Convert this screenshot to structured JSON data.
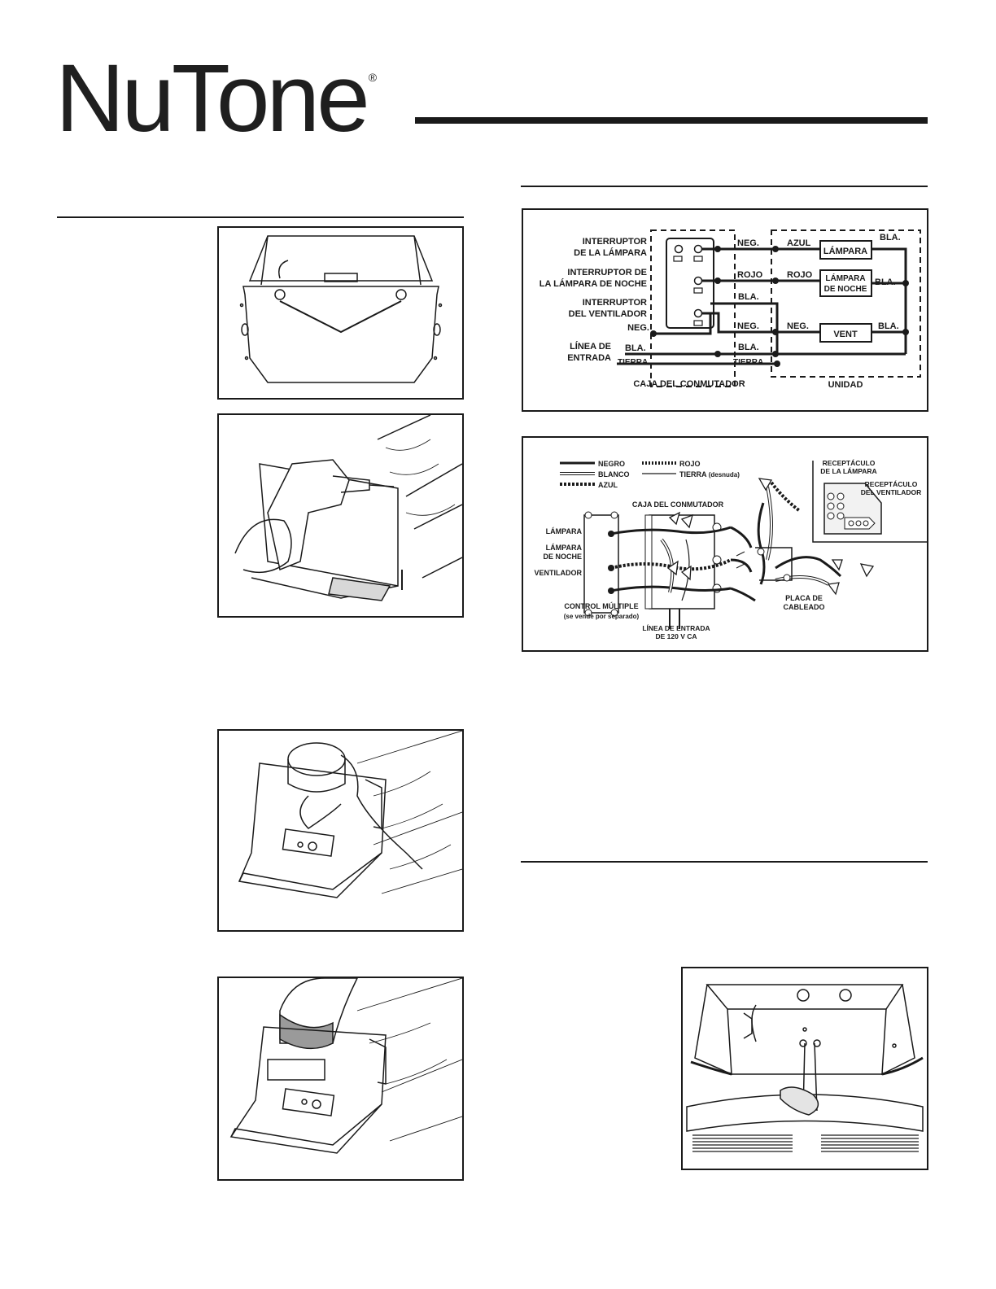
{
  "brand": {
    "name": "NuTone",
    "mark": "®"
  },
  "schematic": {
    "switch_labels": {
      "light_line1": "INTERRUPTOR",
      "light_line2": "DE LA LÁMPARA",
      "night_line1": "INTERRUPTOR DE",
      "night_line2": "LA LÁMPARA DE NOCHE",
      "fan_line1": "INTERRUPTOR",
      "fan_line2": "DEL VENTILADOR",
      "line_in1": "LÍNEA DE",
      "line_in2": "ENTRADA"
    },
    "wires": {
      "neg": "NEG.",
      "bla": "BLA.",
      "rojo": "ROJO",
      "azul": "AZUL",
      "tierra": "TIERRA"
    },
    "loads": {
      "lamp": "LÁMPARA",
      "night1": "LÁMPARA",
      "night2": "DE NOCHE",
      "vent": "VENT"
    },
    "boxes": {
      "switch_box": "CAJA DEL CONMUTADOR",
      "unit": "UNIDAD"
    }
  },
  "pictorial": {
    "legend": {
      "negro": "NEGRO",
      "blanco": "BLANCO",
      "azul": "AZUL",
      "rojo": "ROJO",
      "tierra": "TIERRA",
      "tierra_note": "(desnuda)"
    },
    "labels": {
      "lamp_receptacle1": "RECEPTÁCULO",
      "lamp_receptacle2": "DE LA LÁMPARA",
      "fan_receptacle1": "RECEPTÁCULO",
      "fan_receptacle2": "DEL VENTILADOR",
      "switch_box": "CAJA DEL CONMUTADOR",
      "lamp": "LÁMPARA",
      "night1": "LÁMPARA",
      "night2": "DE NOCHE",
      "fan": "VENTILADOR",
      "control1": "CONTROL MÚLTIPLE",
      "control2": "(se vende por separado)",
      "line1": "LÍNEA DE ENTRADA",
      "line2": "DE 120 V CA",
      "plate1": "PLACA DE",
      "plate2": "CABLEADO"
    }
  }
}
